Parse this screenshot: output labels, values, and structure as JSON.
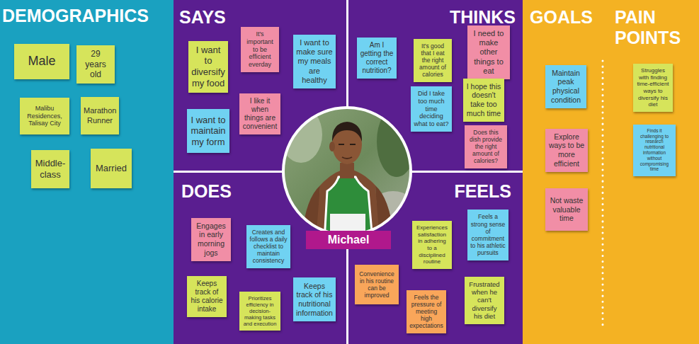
{
  "diagram": {
    "nodes": [
      {
        "text": [
          "DEMOGRAPHICS"
        ]
      },
      {
        "text": [
          "Male"
        ],
        "in": 0
      },
      {
        "text": [
          "29 years old"
        ],
        "in": 0
      },
      {
        "text": [
          "Malibu Residences, Talisay City"
        ],
        "in": 0
      },
      {
        "text": [
          "Marathon Runner"
        ],
        "in": 0
      },
      {
        "text": [
          "Middle-class"
        ],
        "in": 0
      },
      {
        "text": [
          "Married"
        ],
        "in": 0
      },
      {
        "text": [
          "SAYS"
        ]
      },
      {
        "text": [
          "I want to diversify my food"
        ],
        "in": 7
      },
      {
        "text": [
          "It's important to be efficient everday"
        ],
        "in": 7
      },
      {
        "text": [
          "I want to make sure my meals are healthy"
        ],
        "in": 7
      },
      {
        "text": [
          "I like it when things are convenient"
        ],
        "in": 7
      },
      {
        "text": [
          "I want to maintain my form"
        ],
        "in": 7
      },
      {
        "text": [
          "THINKS"
        ]
      },
      {
        "text": [
          "Am I getting the correct nutrition?"
        ],
        "in": 13
      },
      {
        "text": [
          "It's good that I eat the right amount of calories"
        ],
        "in": 13
      },
      {
        "text": [
          "I need to make other things to eat"
        ],
        "in": 13
      },
      {
        "text": [
          "Did I take too much time deciding what to eat?"
        ],
        "in": 13
      },
      {
        "text": [
          "I hope this doesn't take too much time"
        ],
        "in": 13
      },
      {
        "text": [
          "Does this dish provide the right amount of calories?"
        ],
        "in": 13
      },
      {
        "text": [
          "DOES"
        ]
      },
      {
        "text": [
          "Engages in early morning jogs"
        ],
        "in": 20
      },
      {
        "text": [
          "Creates and follows a daily checklist to maintain consistency"
        ],
        "in": 20
      },
      {
        "text": [
          "Keeps track of his calorie intake"
        ],
        "in": 20
      },
      {
        "text": [
          "Prioritizes efficiency in decision-making tasks and execution"
        ],
        "in": 20
      },
      {
        "text": [
          "Keeps track of his nutritional information"
        ],
        "in": 20
      },
      {
        "text": [
          "FEELS"
        ]
      },
      {
        "text": [
          "Experiences satisfaction in adhering to a disciplined routine"
        ],
        "in": 26
      },
      {
        "text": [
          "Feels a strong sense of commitment to his athletic pursuits"
        ],
        "in": 26
      },
      {
        "text": [
          "Convenience in his routine can be improved"
        ],
        "in": 26
      },
      {
        "text": [
          "Feels the pressure of meeting high expectations"
        ],
        "in": 26
      },
      {
        "text": [
          "Frustrated when he can't diversify his diet"
        ],
        "in": 26
      },
      {
        "text": [
          "GOALS"
        ]
      },
      {
        "text": [
          "Maintain peak physical condition"
        ],
        "in": 32
      },
      {
        "text": [
          "Explore ways to be more efficient"
        ],
        "in": 32
      },
      {
        "text": [
          "Not waste valuable time"
        ],
        "in": 32
      },
      {
        "text": [
          "PAIN POINTS"
        ]
      },
      {
        "text": [
          "Struggles with finding time-efficient ways to diversify his diet"
        ],
        "in": 36
      },
      {
        "text": [
          "Finds it challenging to research nutritional information without compromising time"
        ],
        "in": 36
      },
      {
        "text": [
          "Michael"
        ]
      }
    ]
  }
}
